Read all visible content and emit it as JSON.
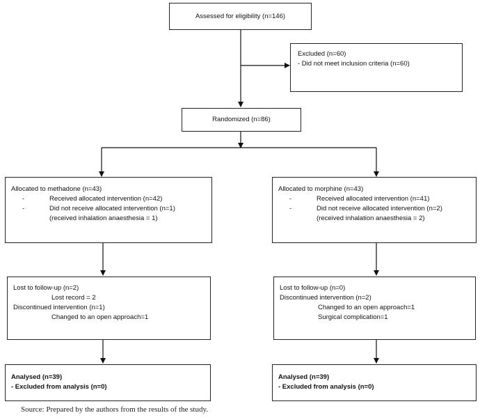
{
  "assessed": "Assessed for eligibility (n=146)",
  "excluded": {
    "title": "Excluded (n=60)",
    "reason": "- Did not meet inclusion criteria (n=60)"
  },
  "randomized": "Randomized (n=86)",
  "left": {
    "allocated": "Allocated to methadone (n=43)",
    "received": "Received allocated intervention (n=42)",
    "not_received": "Did not receive allocated intervention (n=1)",
    "not_received_detail": "(received inhalation anaesthesia = 1)",
    "lost": "Lost to follow-up (n=2)",
    "lost_detail": "Lost record = 2",
    "discontinued": "Discontinued intervention (n=1)",
    "discontinued_detail": "Changed to an open approach=1",
    "analysed": "Analysed (n=39)",
    "excluded_analysis": "- Excluded from analysis (n=0)"
  },
  "right": {
    "allocated": "Allocated to morphine (n=43)",
    "received": "Received allocated intervention (n=41)",
    "not_received": "Did not receive allocated intervention (n=2)",
    "not_received_detail": "(received inhalation anaesthesia = 2)",
    "lost": "Lost to follow-up (n=0)",
    "discontinued": "Discontinued intervention (n=2)",
    "discontinued_detail_1": "Changed to an open approach=1",
    "discontinued_detail_2": "Surgical complication=1",
    "analysed": "Analysed (n=39)",
    "excluded_analysis": "- Excluded from analysis (n=0)"
  },
  "dash": "-",
  "source": "Source: Prepared by the authors from the results of the study."
}
